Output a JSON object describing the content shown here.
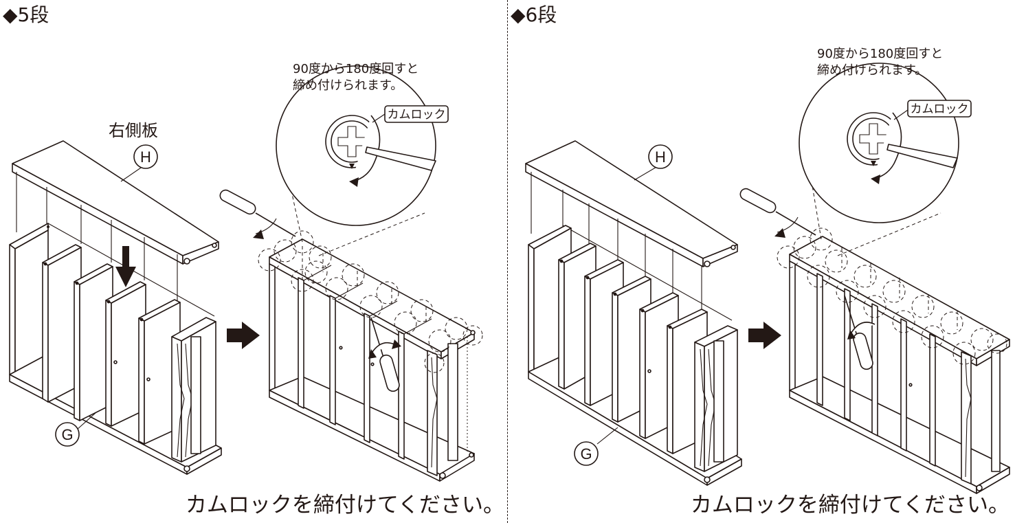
{
  "panels": [
    {
      "heading": "◆5段",
      "side_label": "右側板",
      "letter_top": "H",
      "letter_bottom": "G",
      "note_line1": "90度から180度回すと",
      "note_line2": "締め付けられます。",
      "callout": "カムロック",
      "caption": "カムロックを締付けてください。"
    },
    {
      "heading": "◆6段",
      "letter_top": "H",
      "letter_bottom": "G",
      "note_line1": "90度から180度回すと",
      "note_line2": "締め付けられます。",
      "callout": "カムロック",
      "caption": "カムロックを締付けてください。"
    }
  ]
}
